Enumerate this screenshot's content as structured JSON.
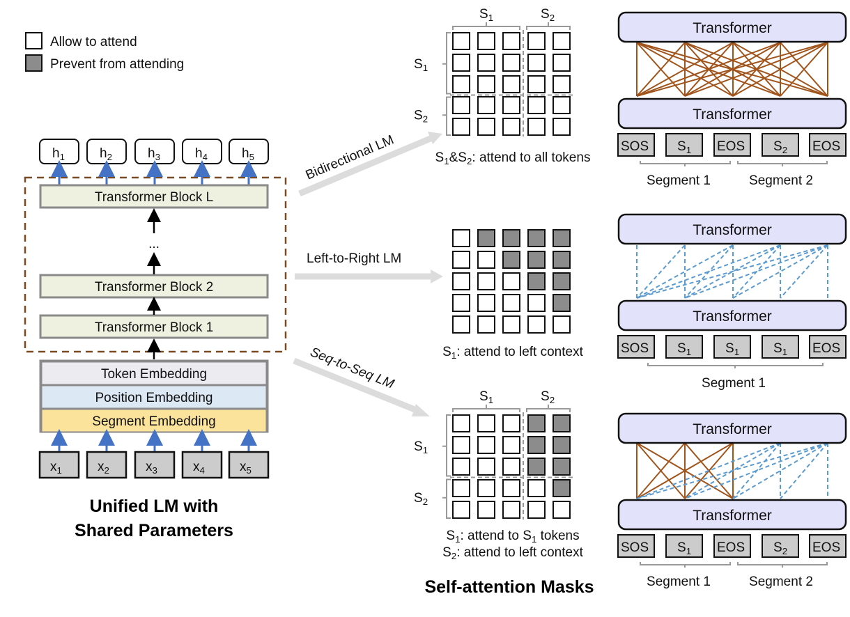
{
  "legend": {
    "allow_label": "Allow to attend",
    "prevent_label": "Prevent from attending"
  },
  "colors": {
    "allow_fill": "#ffffff",
    "prevent_fill": "#8c8c8c",
    "block_fill": "#eef0e0",
    "token_emb_fill": "#ececf0",
    "position_emb_fill": "#dde8f5",
    "segment_emb_fill": "#fbe39b",
    "transformer_fill": "#e2e3fa",
    "token_fill": "#cccccc",
    "full_attention_line": "#a0541b",
    "masked_attention_line": "#5b9bd0",
    "blue_arrow": "#4472c4",
    "dashed_box": "#7a4a22",
    "grey_arrow": "#dcdcdc"
  },
  "left": {
    "outputs": [
      {
        "base": "h",
        "sub": "1"
      },
      {
        "base": "h",
        "sub": "2"
      },
      {
        "base": "h",
        "sub": "3"
      },
      {
        "base": "h",
        "sub": "4"
      },
      {
        "base": "h",
        "sub": "5"
      }
    ],
    "blocks": [
      "Transformer Block L",
      "Transformer Block 2",
      "Transformer Block 1"
    ],
    "ellipsis": "...",
    "embeddings": [
      "Token Embedding",
      "Position Embedding",
      "Segment Embedding"
    ],
    "inputs": [
      {
        "base": "x",
        "sub": "1"
      },
      {
        "base": "x",
        "sub": "2"
      },
      {
        "base": "x",
        "sub": "3"
      },
      {
        "base": "x",
        "sub": "4"
      },
      {
        "base": "x",
        "sub": "5"
      }
    ],
    "title_line1": "Unified LM with",
    "title_line2": "Shared Parameters"
  },
  "arrows": {
    "bidirectional": "Bidirectional LM",
    "left_to_right": "Left-to-Right LM",
    "seq_to_seq": "Seq-to-Seq LM"
  },
  "masks": {
    "title": "Self-attention Masks",
    "bidirectional": {
      "col_groups": [
        {
          "base": "S",
          "sub": "1"
        },
        {
          "base": "S",
          "sub": "2"
        }
      ],
      "row_groups": [
        {
          "base": "S",
          "sub": "1"
        },
        {
          "base": "S",
          "sub": "2"
        }
      ],
      "matrix": [
        [
          0,
          0,
          0,
          0,
          0
        ],
        [
          0,
          0,
          0,
          0,
          0
        ],
        [
          0,
          0,
          0,
          0,
          0
        ],
        [
          0,
          0,
          0,
          0,
          0
        ],
        [
          0,
          0,
          0,
          0,
          0
        ]
      ],
      "caption": [
        [
          {
            "t": "S"
          },
          {
            "t": "1",
            "sub": true
          },
          {
            "t": "&S"
          },
          {
            "t": "2",
            "sub": true
          },
          {
            "t": ": attend to all tokens"
          }
        ]
      ]
    },
    "left_to_right": {
      "matrix": [
        [
          0,
          1,
          1,
          1,
          1
        ],
        [
          0,
          0,
          1,
          1,
          1
        ],
        [
          0,
          0,
          0,
          1,
          1
        ],
        [
          0,
          0,
          0,
          0,
          1
        ],
        [
          0,
          0,
          0,
          0,
          0
        ]
      ],
      "caption": [
        [
          {
            "t": "S"
          },
          {
            "t": "1",
            "sub": true
          },
          {
            "t": ": attend to left context"
          }
        ]
      ]
    },
    "seq_to_seq": {
      "col_groups": [
        {
          "base": "S",
          "sub": "1"
        },
        {
          "base": "S",
          "sub": "2"
        }
      ],
      "row_groups": [
        {
          "base": "S",
          "sub": "1"
        },
        {
          "base": "S",
          "sub": "2"
        }
      ],
      "matrix": [
        [
          0,
          0,
          0,
          1,
          1
        ],
        [
          0,
          0,
          0,
          1,
          1
        ],
        [
          0,
          0,
          0,
          1,
          1
        ],
        [
          0,
          0,
          0,
          0,
          1
        ],
        [
          0,
          0,
          0,
          0,
          0
        ]
      ],
      "caption": [
        [
          {
            "t": "S"
          },
          {
            "t": "1",
            "sub": true
          },
          {
            "t": ": attend to S"
          },
          {
            "t": "1",
            "sub": true
          },
          {
            "t": " tokens"
          }
        ],
        [
          {
            "t": "S"
          },
          {
            "t": "2",
            "sub": true
          },
          {
            "t": ": attend to left context"
          }
        ]
      ]
    }
  },
  "right": {
    "transformer_label": "Transformer",
    "panels": [
      {
        "tokens": [
          {
            "base": "SOS"
          },
          {
            "base": "S",
            "sub": "1"
          },
          {
            "base": "EOS"
          },
          {
            "base": "S",
            "sub": "2"
          },
          {
            "base": "EOS"
          }
        ],
        "segments": [
          "Segment 1",
          "Segment 2"
        ],
        "mask": [
          [
            0,
            0,
            0,
            0,
            0
          ],
          [
            0,
            0,
            0,
            0,
            0
          ],
          [
            0,
            0,
            0,
            0,
            0
          ],
          [
            0,
            0,
            0,
            0,
            0
          ],
          [
            0,
            0,
            0,
            0,
            0
          ]
        ]
      },
      {
        "tokens": [
          {
            "base": "SOS"
          },
          {
            "base": "S",
            "sub": "1"
          },
          {
            "base": "S",
            "sub": "1"
          },
          {
            "base": "S",
            "sub": "1"
          },
          {
            "base": "EOS"
          }
        ],
        "segments": [
          "Segment 1"
        ],
        "mask": [
          [
            0,
            1,
            1,
            1,
            1
          ],
          [
            0,
            0,
            1,
            1,
            1
          ],
          [
            0,
            0,
            0,
            1,
            1
          ],
          [
            0,
            0,
            0,
            0,
            1
          ],
          [
            0,
            0,
            0,
            0,
            0
          ]
        ]
      },
      {
        "tokens": [
          {
            "base": "SOS"
          },
          {
            "base": "S",
            "sub": "1"
          },
          {
            "base": "EOS"
          },
          {
            "base": "S",
            "sub": "2"
          },
          {
            "base": "EOS"
          }
        ],
        "segments": [
          "Segment 1",
          "Segment 2"
        ],
        "mask": [
          [
            0,
            0,
            0,
            1,
            1
          ],
          [
            0,
            0,
            0,
            1,
            1
          ],
          [
            0,
            0,
            0,
            1,
            1
          ],
          [
            0,
            0,
            0,
            0,
            1
          ],
          [
            0,
            0,
            0,
            0,
            0
          ]
        ]
      }
    ]
  }
}
